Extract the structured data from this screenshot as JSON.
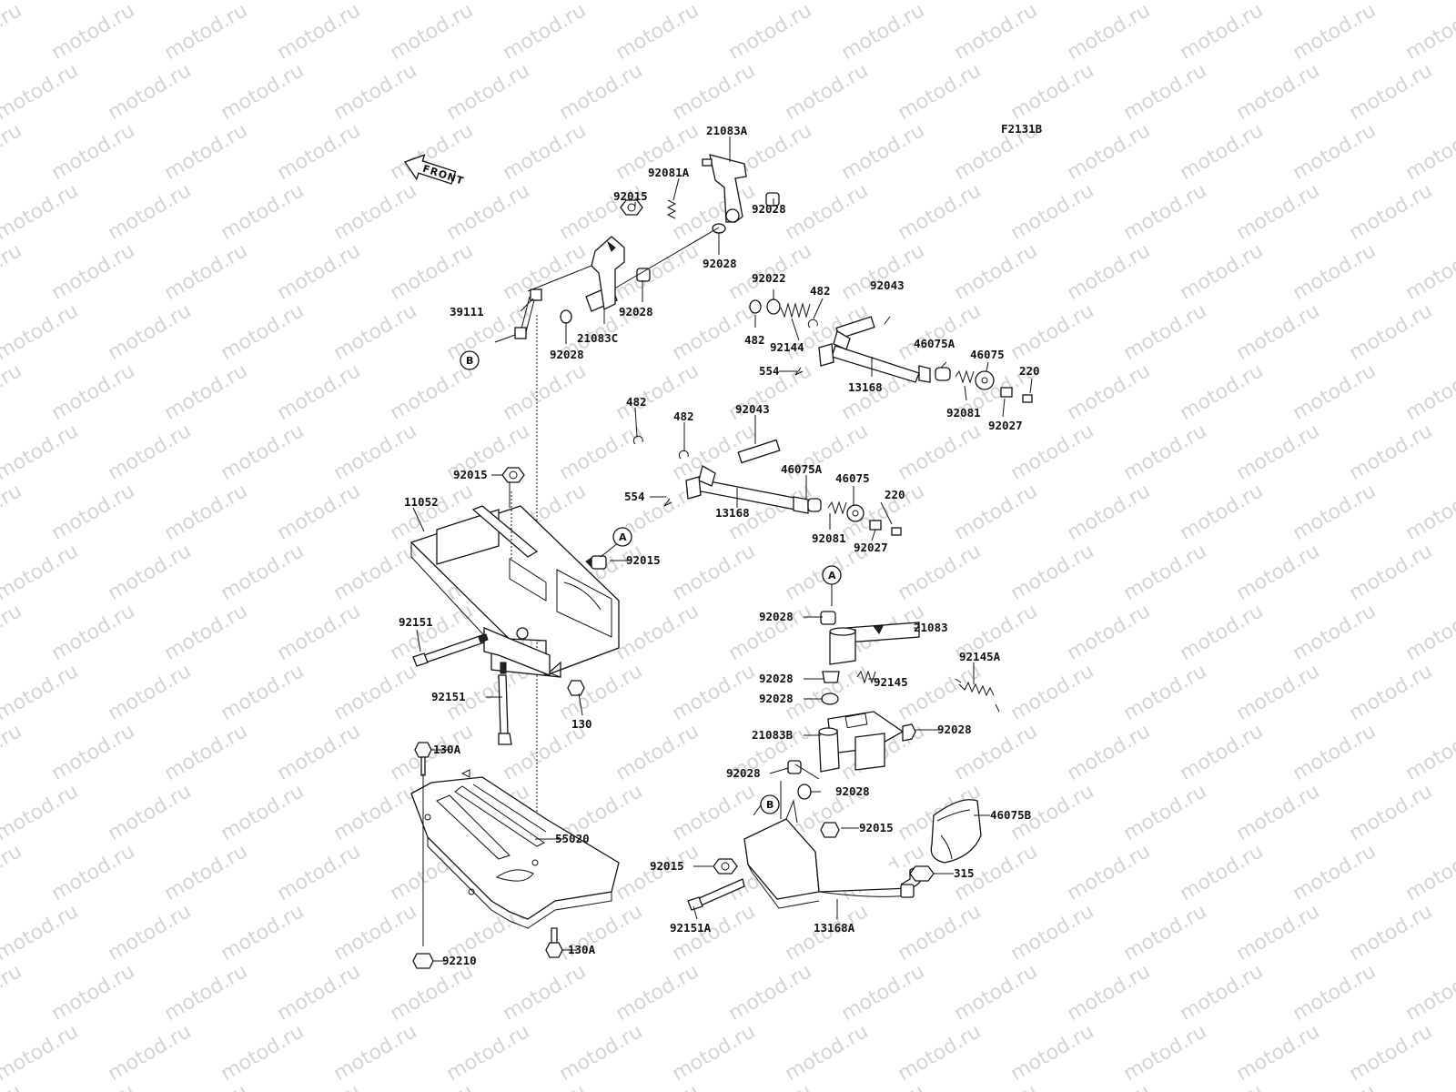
{
  "diagram": {
    "code": "F2131B",
    "front_label": "FRONT",
    "watermark": "motod.ru",
    "ref_markers": [
      "A",
      "B"
    ],
    "part_numbers": [
      "21083A",
      "92081A",
      "92015",
      "92028",
      "39111",
      "21083C",
      "92022",
      "482",
      "92043",
      "92144",
      "46075A",
      "46075",
      "554",
      "13168",
      "220",
      "92081",
      "92027",
      "11052",
      "92151",
      "130",
      "21083",
      "92145A",
      "92145",
      "21083B",
      "130A",
      "55020",
      "92210",
      "46075B",
      "315",
      "92151A",
      "13168A"
    ]
  }
}
